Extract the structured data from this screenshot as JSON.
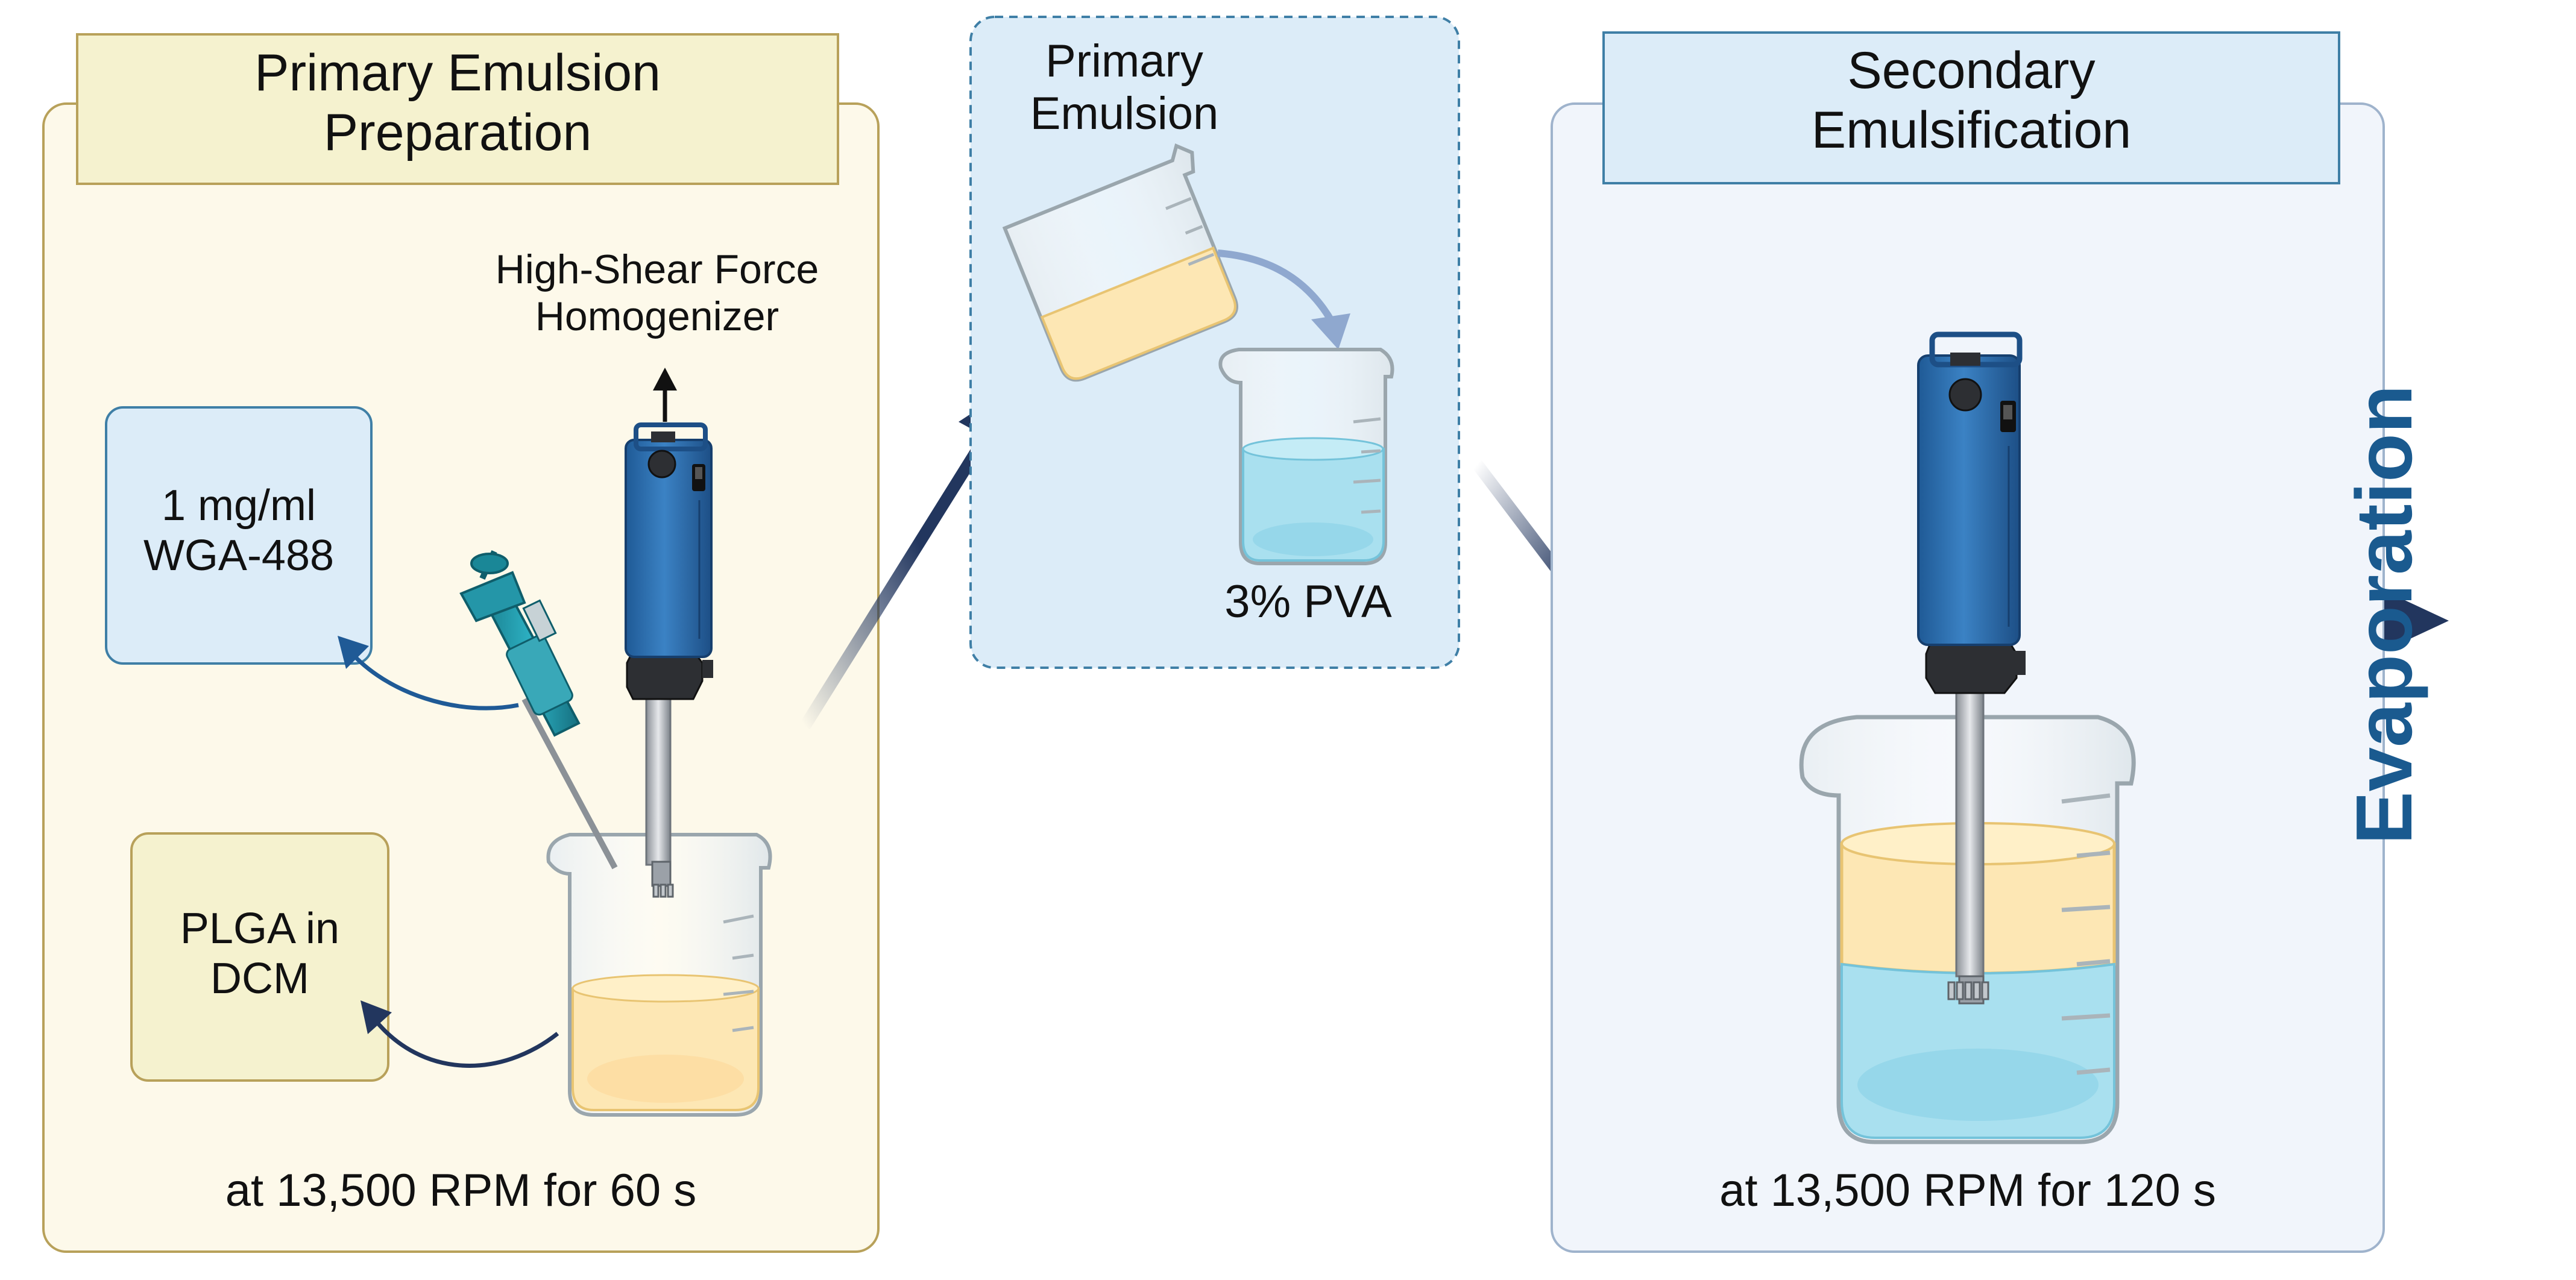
{
  "panel_left": {
    "title_line1": "Primary Emulsion",
    "title_line2": "Preparation",
    "homogenizer_line1": "High-Shear Force",
    "homogenizer_line2": "Homogenizer",
    "wga_line1": "1 mg/ml",
    "wga_line2": "WGA-488",
    "plga_line1": "PLGA in",
    "plga_line2": "DCM",
    "condition": "at 13,500 RPM for 60 s"
  },
  "panel_middle": {
    "title_line1": "Primary",
    "title_line2": "Emulsion",
    "pva_label": "3% PVA"
  },
  "panel_right": {
    "title_line1": "Secondary",
    "title_line2": "Emulsification",
    "condition": "at 13,500 RPM for 120 s"
  },
  "final_step": "Evaporation",
  "colors": {
    "left_panel_bg": "#fdf9ea",
    "left_panel_border": "#b8a15a",
    "left_title_bg": "#f5f2cf",
    "mid_panel_bg": "#dcecf8",
    "mid_panel_border": "#3f7fa6",
    "right_panel_bg": "#f1f5fb",
    "right_panel_border": "#9fb3cc",
    "right_title_bg": "#dcecf8",
    "arrow_navy": "#22365e",
    "evaporation_text": "#1a5a8f",
    "homogenizer_blue": "#2f6fb0",
    "liquid_yellow": "#fde7b4",
    "liquid_blue": "#a9e0ef"
  }
}
